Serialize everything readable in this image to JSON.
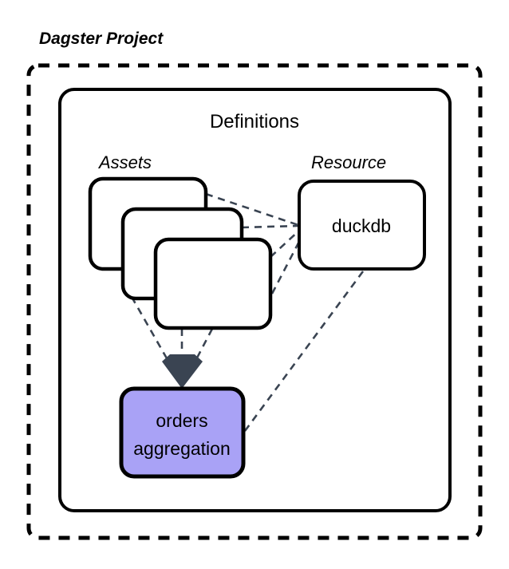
{
  "diagram": {
    "title": "Dagster Project",
    "container": {
      "name": "dagster-project-boundary",
      "style": "dashed",
      "border_color": "#000000"
    },
    "definitions": {
      "heading": "Definitions",
      "style": "solid",
      "border_color": "#000000"
    },
    "groups": [
      {
        "id": "assets",
        "label": "Assets",
        "label_style": "italic",
        "kind": "stacked-cards",
        "card_count": 3
      },
      {
        "id": "resource",
        "label": "Resource",
        "label_style": "italic",
        "kind": "single-node"
      }
    ],
    "nodes": [
      {
        "id": "asset-card-1",
        "label": "",
        "fill": "#ffffff",
        "stroke": "#000000"
      },
      {
        "id": "asset-card-2",
        "label": "",
        "fill": "#ffffff",
        "stroke": "#000000"
      },
      {
        "id": "asset-card-3",
        "label": "",
        "fill": "#ffffff",
        "stroke": "#000000"
      },
      {
        "id": "duckdb",
        "label": "duckdb",
        "group": "resource",
        "fill": "#ffffff",
        "stroke": "#000000"
      },
      {
        "id": "orders-aggregation",
        "label_line_1": "orders",
        "label_line_2": "aggregation",
        "group": "assets",
        "fill": "#A9A2F6",
        "stroke": "#000000"
      }
    ],
    "edges": [
      {
        "id": "edge-card1-duckdb",
        "from": "asset-card-1",
        "to": "duckdb",
        "style": "dashed",
        "color": "#3A4452",
        "arrow": false
      },
      {
        "id": "edge-card2-duckdb",
        "from": "asset-card-2",
        "to": "duckdb",
        "style": "dashed",
        "color": "#3A4452",
        "arrow": false
      },
      {
        "id": "edge-card3-duckdb-upper",
        "from": "asset-card-3",
        "to": "duckdb",
        "style": "dashed",
        "color": "#3A4452",
        "arrow": false
      },
      {
        "id": "edge-card3-duckdb-lower",
        "from": "asset-card-3",
        "to": "duckdb",
        "style": "dashed",
        "color": "#3A4452",
        "arrow": false
      },
      {
        "id": "edge-card2-orders",
        "from": "asset-card-2",
        "to": "orders-aggregation",
        "style": "dashed",
        "color": "#3A4452",
        "arrow": true
      },
      {
        "id": "edge-card3-orders-left",
        "from": "asset-card-3",
        "to": "orders-aggregation",
        "style": "dashed",
        "color": "#3A4452",
        "arrow": true
      },
      {
        "id": "edge-card3-orders-right",
        "from": "asset-card-3",
        "to": "orders-aggregation",
        "style": "dashed",
        "color": "#3A4452",
        "arrow": true
      },
      {
        "id": "edge-duckdb-orders",
        "from": "duckdb",
        "to": "orders-aggregation",
        "style": "dashed",
        "color": "#3A4452",
        "arrow": false
      }
    ],
    "colors": {
      "background": "#ffffff",
      "stroke": "#000000",
      "edge": "#3A4452",
      "accent_purple": "#A9A2F6",
      "arrowhead": "#3A4452"
    }
  }
}
